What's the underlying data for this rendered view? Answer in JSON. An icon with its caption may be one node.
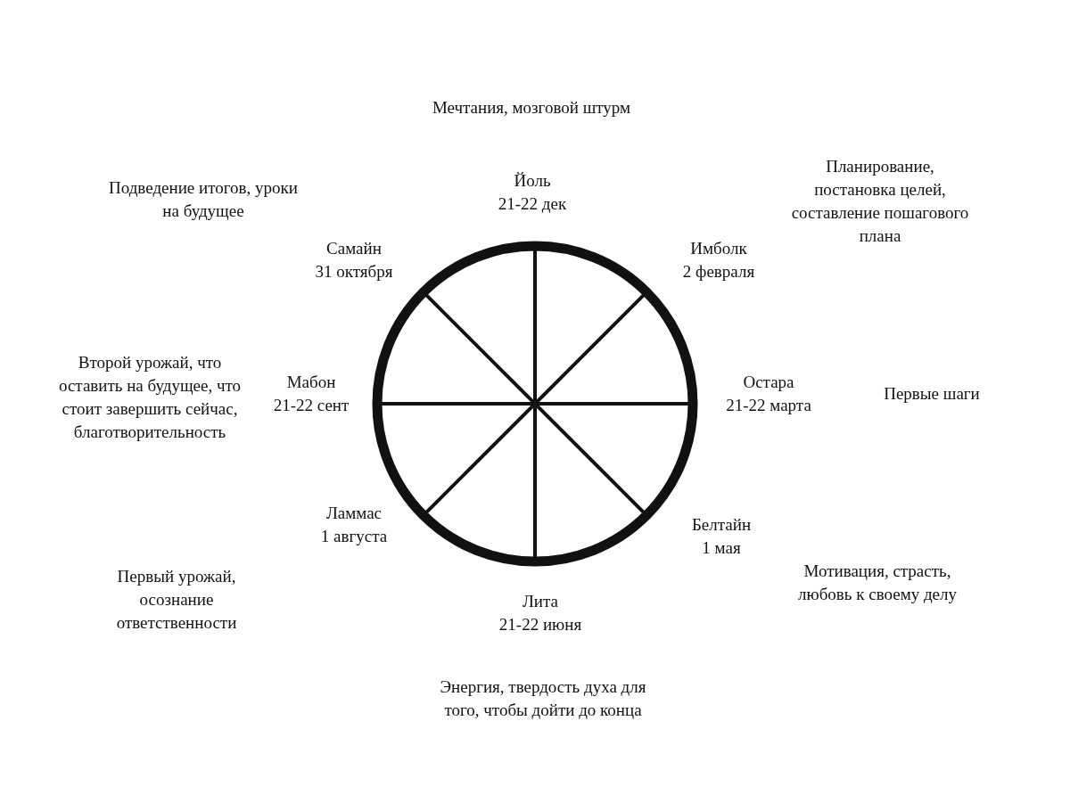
{
  "diagram": {
    "labels": [
      "Мечтания, мозговой штурм",
      "Йоль",
      "21-22 дек",
      "Подведение итогов, уроки на будущее",
      "Планирование, постановка целей, составление пошагового плана",
      "Самайн",
      "31 октября",
      "Имболк",
      "2 февраля",
      "Второй урожай, что оставить на будущее, что стоит завершить сейчас, благотворительность",
      "Мабон",
      "21-22 сент",
      "Остара",
      "21-22 марта",
      "Первые шаги",
      "Ламмас",
      "1 августа",
      "Белтайн",
      "1 мая",
      "Первый урожай, осознание ответственности",
      "Мотивация, страсть, любовь к своему делу",
      "Лита",
      "21-22 июня",
      "Энергия, твердость духа для того, чтобы дойти до конца"
    ]
  }
}
